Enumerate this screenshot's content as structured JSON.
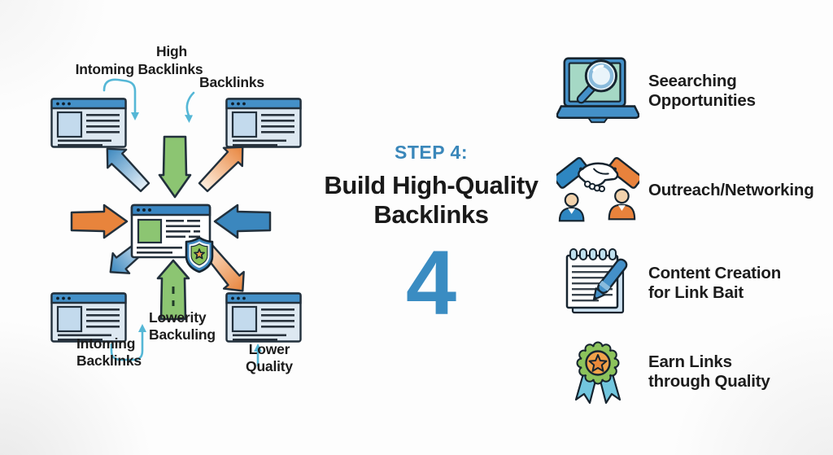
{
  "step": {
    "kicker": "STEP 4:",
    "title_line1": "Build High-Quality",
    "title_line2": "Backlinks",
    "number": "4"
  },
  "diagram": {
    "labels": {
      "high_line1": "High",
      "high_line2": "Intoming Backlinks",
      "backlinks": "Backlinks",
      "mid_line1": "Lowerity",
      "mid_line2": "Backuling",
      "bottom_left_line1": "Intoming",
      "bottom_left_line2": "Backlinks",
      "bottom_right_line1": "Lower",
      "bottom_right_line2": "Quality"
    }
  },
  "checklist": [
    {
      "icon": "laptop-search-icon",
      "line1": "Seearching",
      "line2": "Opportunities"
    },
    {
      "icon": "handshake-icon",
      "line1": "Outreach/Networking",
      "line2": ""
    },
    {
      "icon": "notepad-pen-icon",
      "line1": "Content Creation",
      "line2": "for Link Bait"
    },
    {
      "icon": "award-ribbon-icon",
      "line1": "Earn Links",
      "line2": "through Quality"
    }
  ],
  "colors": {
    "accent_blue": "#3a86c2",
    "browser_titlebar_blue": "#4490c8",
    "browser_body": "#dde8f1",
    "arrow_blue": "#3b87be",
    "arrow_orange": "#e8843c",
    "arrow_green": "#8cc572",
    "connector_teal": "#55b7d6",
    "step_text_blue": "#3a87ba",
    "big_number_blue": "#3a8cc2",
    "title_text": "#191919",
    "shield_blue": "#3e88c0",
    "shield_green": "#8cc35c",
    "star_orange": "#f0a24a",
    "ribbon_teal": "#72c6de",
    "laptop_screen_teal": "#a5d8c5",
    "skin_tone": "#f2d2ac"
  }
}
